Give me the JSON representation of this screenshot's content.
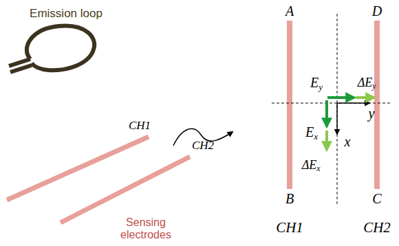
{
  "diagram": {
    "labels": [
      "Emission loop",
      "CH1",
      "CH2",
      "Sensing electrodes",
      "A",
      "D",
      "B",
      "C",
      "CH1",
      "CH2",
      "Ey",
      "ΔEy",
      "Ex",
      "ΔEx",
      "y",
      "x"
    ]
  }
}
